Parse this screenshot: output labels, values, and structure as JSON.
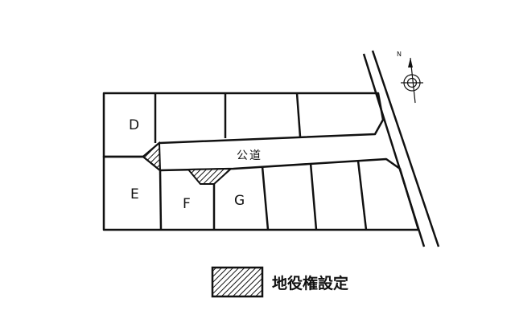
{
  "plot_labels": {
    "d": "D",
    "e": "E",
    "f": "F",
    "g": "G"
  },
  "road_label": "公道",
  "legend": {
    "label": "地役権設定"
  },
  "compass": {
    "north_label": "N"
  }
}
